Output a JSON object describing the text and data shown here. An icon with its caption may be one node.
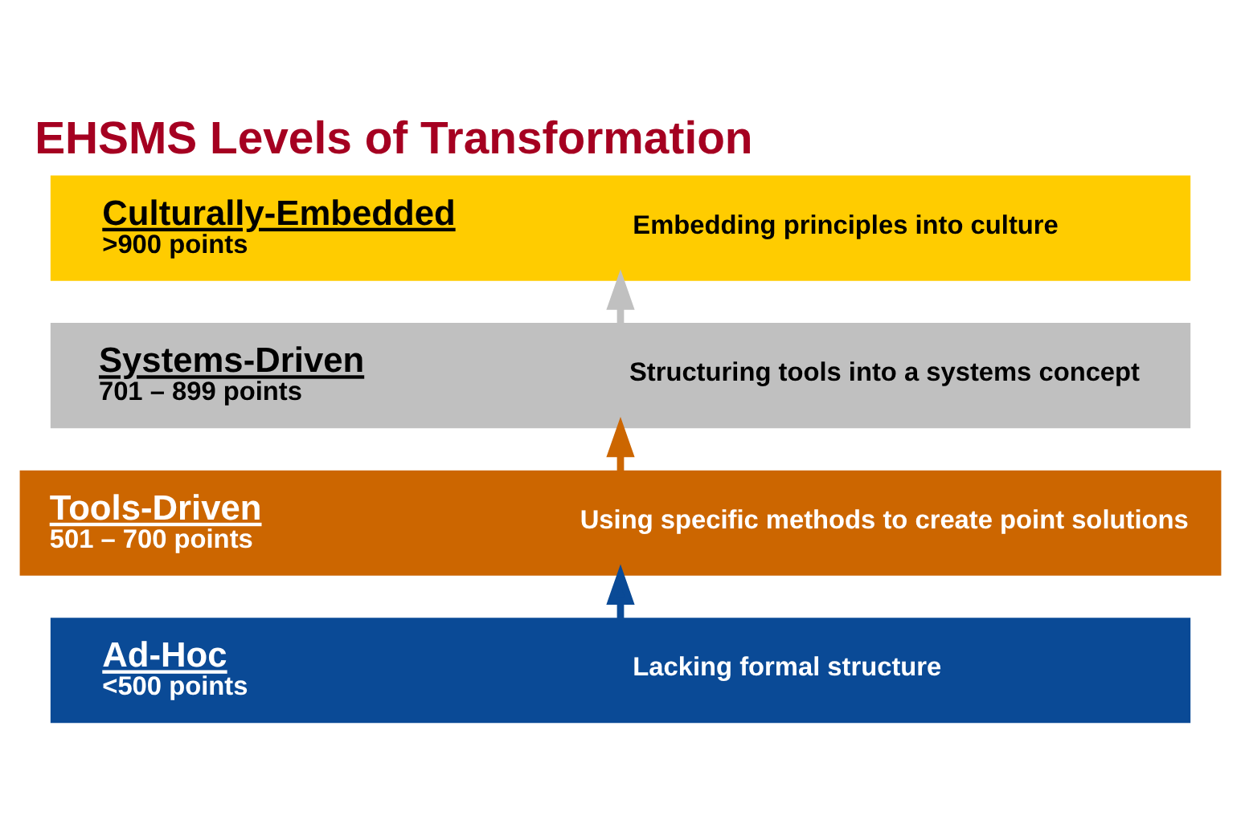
{
  "diagram": {
    "title": "EHSMS Levels of Transformation",
    "nodes": [
      {
        "text": [
          "Culturally-Embedded",
          ">900 points",
          "Embedding principles into culture"
        ]
      },
      {
        "text": [
          "Systems-Driven",
          "701 – 899 points",
          "Structuring tools into a systems concept"
        ]
      },
      {
        "text": [
          "Tools-Driven",
          "501 – 700 points",
          "Using specific methods to create point solutions"
        ]
      },
      {
        "text": [
          "Ad-Hoc",
          "<500 points",
          "Lacking formal structure"
        ]
      }
    ],
    "edges": [
      {
        "from": 3,
        "to": 2,
        "arrow": "to",
        "color": "#0a4a96"
      },
      {
        "from": 2,
        "to": 1,
        "arrow": "to",
        "color": "#cc6600"
      },
      {
        "from": 1,
        "to": 0,
        "arrow": "to",
        "color": "#c0c0c0"
      }
    ]
  }
}
